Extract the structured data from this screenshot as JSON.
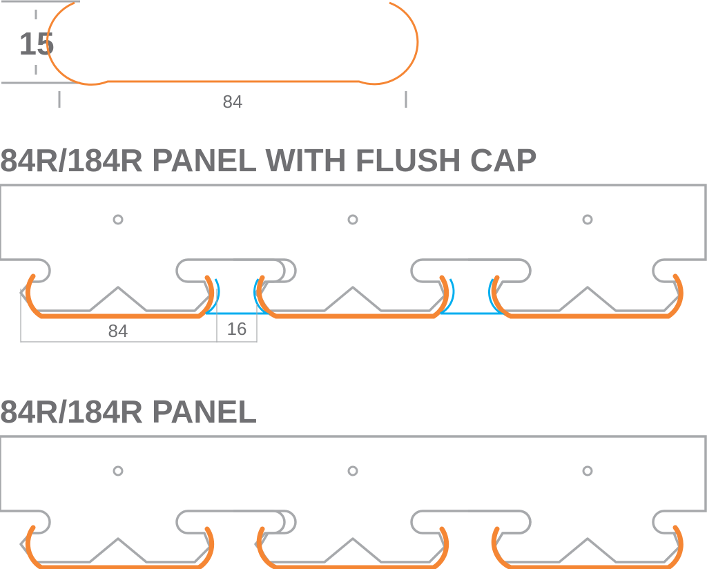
{
  "profile": {
    "height_label": "15",
    "width_label": "84"
  },
  "sections": [
    {
      "title": "84R/184R PANEL WITH FLUSH CAP",
      "panel_width_label": "84",
      "gap_label": "16",
      "has_flush_cap": true
    },
    {
      "title": "84R/184R PANEL",
      "has_flush_cap": false
    }
  ],
  "colors": {
    "panel": "#f58634",
    "carrier": "#a7a9ac",
    "cap": "#00aeef",
    "text": "#6d6e71"
  }
}
